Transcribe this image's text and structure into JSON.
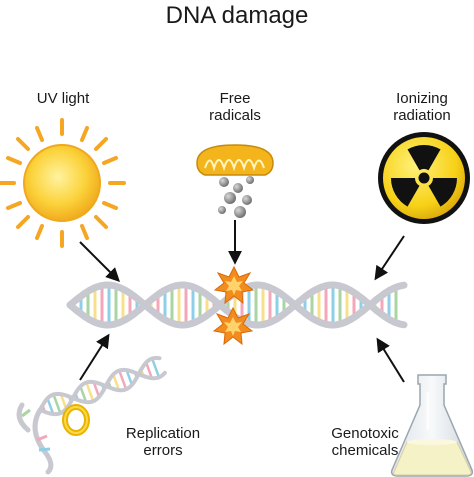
{
  "title": "DNA damage",
  "labels": {
    "uv": [
      "UV light"
    ],
    "free_radicals": [
      "Free",
      "radicals"
    ],
    "ionizing": [
      "Ionizing",
      "radiation"
    ],
    "replication": [
      "Replication",
      "errors"
    ],
    "genotoxic": [
      "Genotoxic",
      "chemicals"
    ]
  },
  "icons": [
    "sun-icon",
    "mitochondrion-icon",
    "radiation-icon",
    "dna-helix-icon",
    "helicase-ring-icon",
    "flask-icon",
    "damage-burst-icon"
  ],
  "colors": {
    "sun": "#f9c21a",
    "sun_rays": "#f5a623",
    "radiation_yellow": "#f7d117",
    "radiation_black": "#111111",
    "dna_pink": "#f4a7b9",
    "dna_blue": "#8ecfe8",
    "dna_green": "#a8d5a2",
    "dna_yellow": "#f7e08a",
    "dna_backbone": "#c8c8d0",
    "burst": "#f28c1e",
    "flask_liquid": "#f6f2c8",
    "mitochondria": "#f4b51c"
  }
}
